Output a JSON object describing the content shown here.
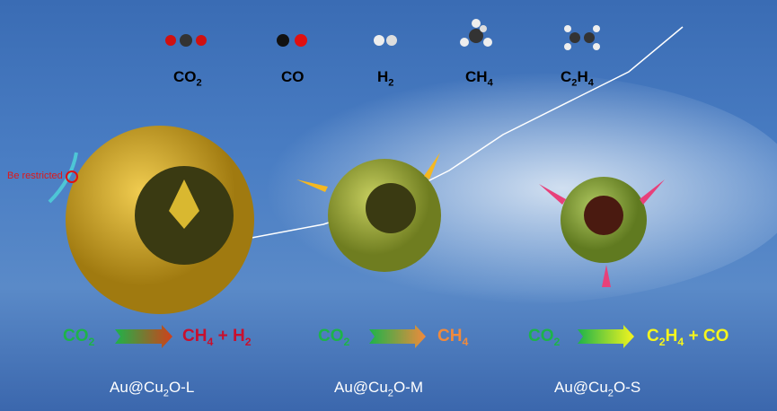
{
  "legend": [
    {
      "main": "CO",
      "sub": "2",
      "tail": "",
      "sub2": "",
      "tail2": ""
    },
    {
      "main": "CO",
      "sub": "",
      "tail": "",
      "sub2": "",
      "tail2": ""
    },
    {
      "main": "H",
      "sub": "2",
      "tail": "",
      "sub2": "",
      "tail2": ""
    },
    {
      "main": "CH",
      "sub": "4",
      "tail": "",
      "sub2": "",
      "tail2": ""
    },
    {
      "main": "C",
      "sub": "2",
      "tail": "H",
      "sub2": "4",
      "tail2": ""
    }
  ],
  "restricted_label": "Be restricted",
  "reactions": [
    {
      "reactant": "CO",
      "reactant_sub": "2",
      "p1": "CH",
      "p1_sub": "4",
      "p2": " + H",
      "p2_sub": "2",
      "p3": "",
      "product_color": "#c8102e",
      "arrow_end": "#d0401a"
    },
    {
      "reactant": "CO",
      "reactant_sub": "2",
      "p1": "CH",
      "p1_sub": "4",
      "p2": "",
      "p2_sub": "",
      "p3": "",
      "product_color": "#f08a3c",
      "arrow_end": "#f08a3c"
    },
    {
      "reactant": "CO",
      "reactant_sub": "2",
      "p1": "C",
      "p1_sub": "2",
      "p2": "H",
      "p2_sub": "4",
      "p3": " + CO",
      "product_color": "#f5f51e",
      "arrow_end": "#f5f51e"
    }
  ],
  "catalysts": [
    {
      "pre": "Au@Cu",
      "sub": "2",
      "post": "O-L"
    },
    {
      "pre": "Au@Cu",
      "sub": "2",
      "post": "O-M"
    },
    {
      "pre": "Au@Cu",
      "sub": "2",
      "post": "O-S"
    }
  ],
  "colors": {
    "reactant": "#1db34a",
    "shell_L": "#d4a92a",
    "shell_M": "#a9b544",
    "shell_S": "#8fb040"
  }
}
